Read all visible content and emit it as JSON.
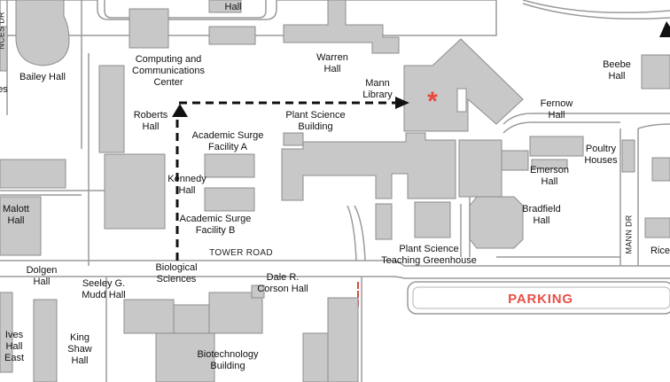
{
  "buildings": {
    "hall_top": [
      "Hall"
    ],
    "computing": [
      "Computing and",
      "Communications",
      "Center"
    ],
    "warren": [
      "Warren",
      "Hall"
    ],
    "beebe": [
      "Beebe",
      "Hall"
    ],
    "bailey": [
      "Bailey Hall"
    ],
    "mann_library": [
      "Mann",
      "Library"
    ],
    "roberts": [
      "Roberts",
      "Hall"
    ],
    "plant_science": [
      "Plant Science",
      "Building"
    ],
    "fernow": [
      "Fernow",
      "Hall"
    ],
    "surge_a": [
      "Academic Surge",
      "Facility A"
    ],
    "poultry": [
      "Poultry",
      "Houses"
    ],
    "emerson": [
      "Emerson",
      "Hall"
    ],
    "kennedy": [
      "Kennedy",
      "Hall"
    ],
    "bradfield": [
      "Bradfield",
      "Hall"
    ],
    "malott": [
      "Malott",
      "Hall"
    ],
    "surge_b": [
      "Academic Surge",
      "Facility B"
    ],
    "ps_greenhouse": [
      "Plant Science",
      "Teaching Greenhouse"
    ],
    "dolgen": [
      "Dolgen",
      "Hall"
    ],
    "biological": [
      "Biological",
      "Sciences"
    ],
    "corson": [
      "Dale R.",
      "Corson Hall"
    ],
    "seeley": [
      "Seeley G.",
      "Mudd Hall"
    ],
    "ives": [
      "Ives",
      "Hall",
      "East"
    ],
    "king_shaw": [
      "King",
      "Shaw",
      "Hall"
    ],
    "biotech": [
      "Biotechnology",
      "Building"
    ],
    "rice": [
      "Rice"
    ],
    "partial_left": [
      "es"
    ]
  },
  "roads": {
    "tower_road": "TOWER ROAD",
    "mann_dr": "MANN DR",
    "edge_dr": "NCES DR"
  },
  "parking": "PARKING",
  "destination_marker": "*",
  "colors": {
    "building_fill": "#c8c8c8",
    "road_outline": "#9a9a9a",
    "route": "#111111",
    "destination": "#e9463f",
    "parking_label": "#e8504a"
  },
  "icons": {
    "start": "triangle-up-icon",
    "end": "arrowhead-right-icon",
    "destination": "asterisk-icon"
  }
}
